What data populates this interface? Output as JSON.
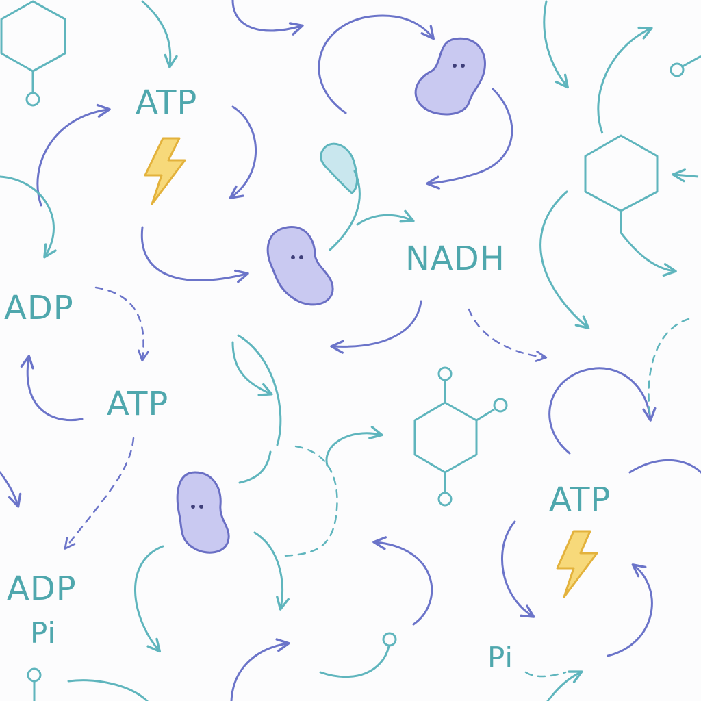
{
  "colors": {
    "background": "#fcfcfd",
    "teal": "#5fb5bd",
    "indigo": "#6b74c9",
    "label_teal": "#4fa7ad",
    "bean_fill": "#c9c9f1",
    "bean_stroke": "#6a6fc4",
    "bolt_fill": "#f7d97a",
    "bolt_stroke": "#e3b23c",
    "drop_fill": "#c9e7ee"
  },
  "labels": {
    "atp_1": "ATP",
    "atp_2": "ATP",
    "atp_3": "ATP",
    "adp_1": "ADP",
    "adp_2": "ADP",
    "nadh": "NADH",
    "pi_1": "Pi",
    "pi_2": "Pi"
  },
  "icons": [
    "lightning-bolt-icon",
    "bean-cell-icon",
    "hexagon-molecule-icon",
    "droplet-icon",
    "arrow-icon"
  ]
}
